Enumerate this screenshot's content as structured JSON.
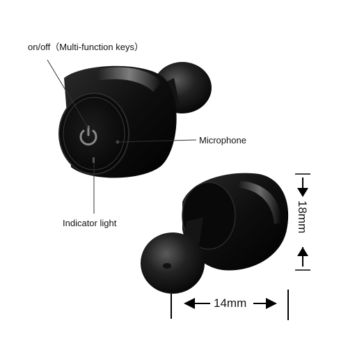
{
  "labels": {
    "on_off": "on/off（Multi-function keys）",
    "microphone": "Microphone",
    "indicator_light": "Indicator light",
    "height": "18mm",
    "width": "14mm"
  },
  "colors": {
    "body": "#0d0d0d",
    "highlight": "#6a6a6a",
    "callout_line": "#333333",
    "background": "#ffffff"
  },
  "icons": {
    "power": "power-icon"
  }
}
